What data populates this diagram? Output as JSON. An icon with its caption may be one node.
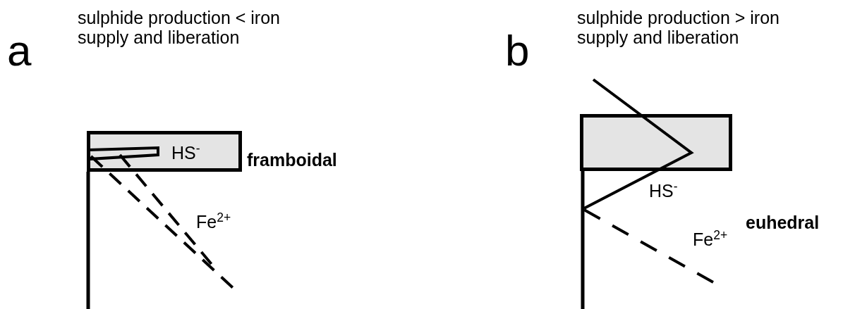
{
  "diagram": {
    "nodes": [
      {
        "text": [
          "HS$^{-}$"
        ],
        "beside": [
          "framboidal"
        ]
      },
      {
        "text": [],
        "shape": "box"
      }
    ],
    "labels": [
      "a",
      "sulphide production < iron supply and liberation",
      "b",
      "sulphide production > iron supply and liberation",
      "Fe$^{2+}$",
      "HS$^{-}$",
      "euhedral",
      "Fe$^{2+}$"
    ]
  }
}
